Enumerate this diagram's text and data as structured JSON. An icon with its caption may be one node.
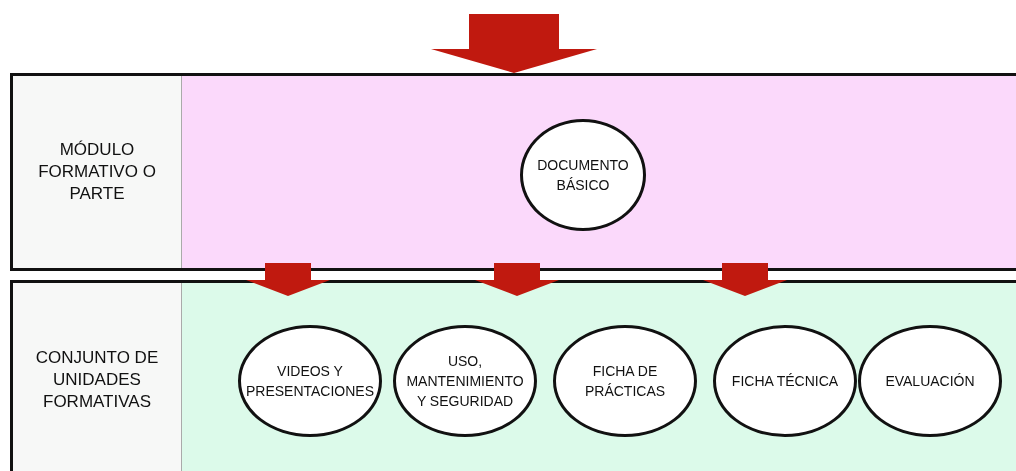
{
  "diagram": {
    "nodes": [
      {
        "text": [
          "MÓDULO FORMATIVO O PARTE"
        ]
      },
      {
        "text": [
          "DOCUMENTO BÁSICO"
        ],
        "in": 0
      },
      {
        "text": [
          "CONJUNTO DE UNIDADES FORMATIVAS"
        ]
      },
      {
        "text": [
          "VIDEOS Y PRESENTACIONES"
        ],
        "in": 2
      },
      {
        "text": [
          "USO, MANTENIMIENTO Y SEGURIDAD"
        ],
        "in": 2
      },
      {
        "text": [
          "FICHA DE PRÁCTICAS"
        ],
        "in": 2
      },
      {
        "text": [
          "FICHA TÉCNICA"
        ],
        "in": 2
      },
      {
        "text": [
          "EVALUACIÓN"
        ],
        "in": 2
      }
    ],
    "edges": [
      {
        "from": null,
        "to": 0,
        "arrow": "to"
      },
      {
        "from": 0,
        "to": 2,
        "arrow": "to"
      },
      {
        "from": 0,
        "to": 2,
        "arrow": "to"
      },
      {
        "from": 0,
        "to": 2,
        "arrow": "to"
      }
    ]
  }
}
